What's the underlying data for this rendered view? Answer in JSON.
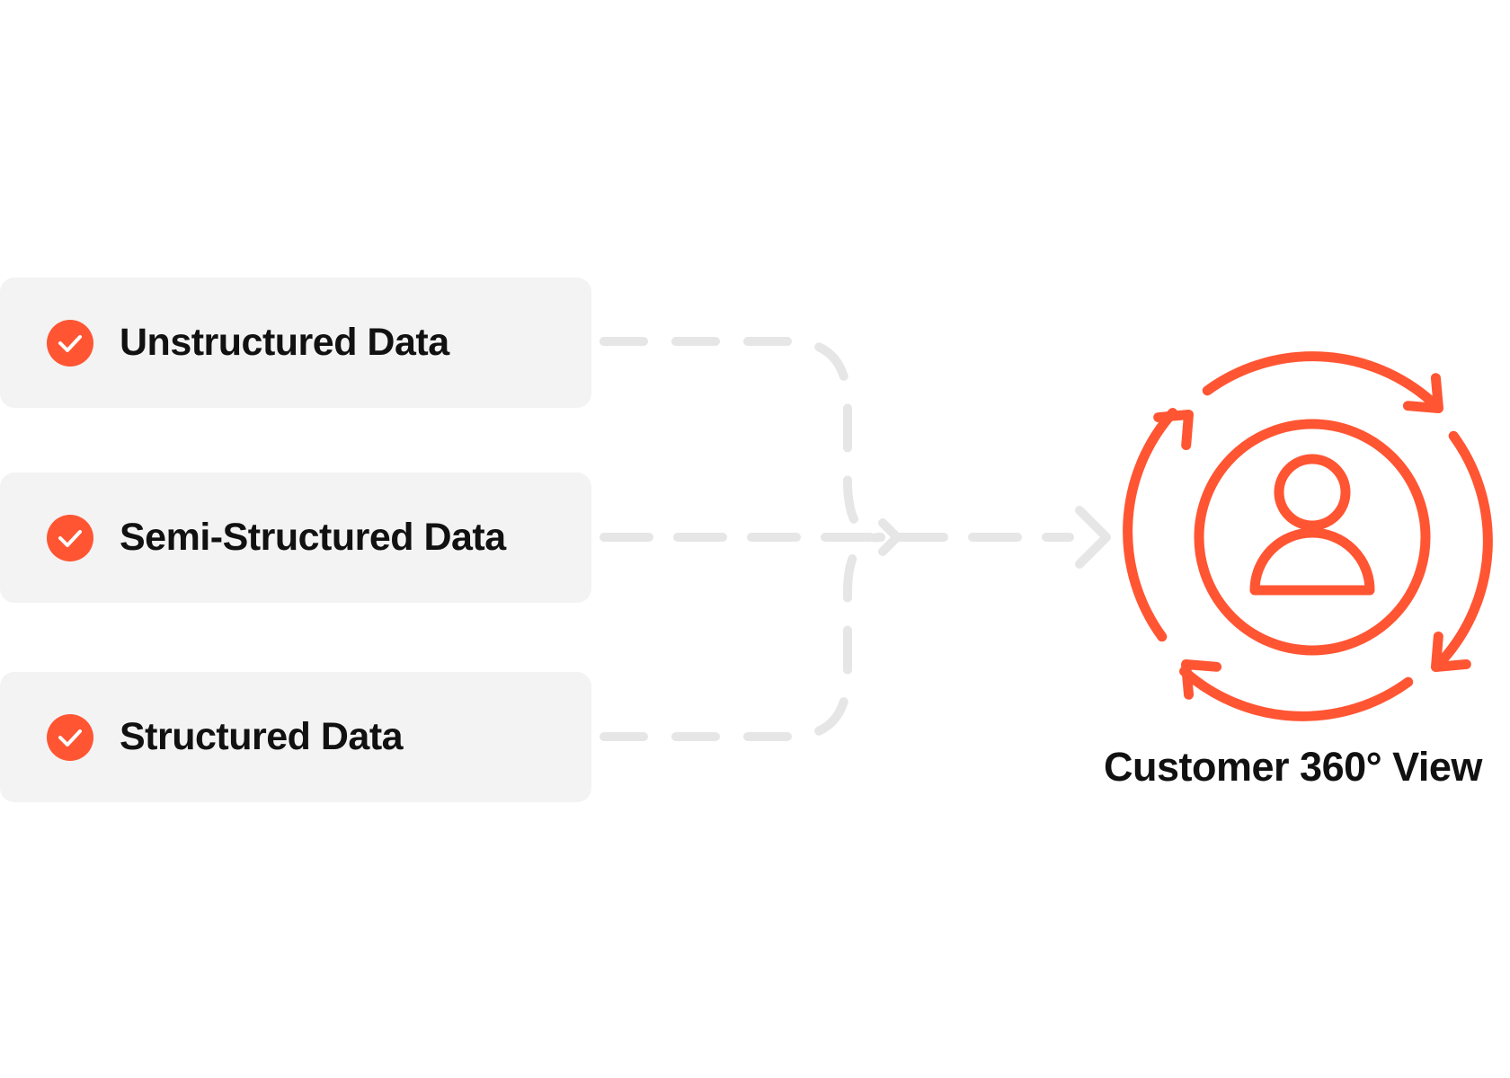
{
  "sources": [
    {
      "label": "Unstructured Data",
      "icon": "check-circle-icon"
    },
    {
      "label": "Semi-Structured Data",
      "icon": "check-circle-icon"
    },
    {
      "label": "Structured Data",
      "icon": "check-circle-icon"
    }
  ],
  "target": {
    "label": "Customer 360° View",
    "icon": "customer-360-icon"
  },
  "colors": {
    "accent": "#ff5533",
    "box_bg": "#f3f3f3",
    "connector": "#e6e6e6",
    "text": "#111111"
  }
}
